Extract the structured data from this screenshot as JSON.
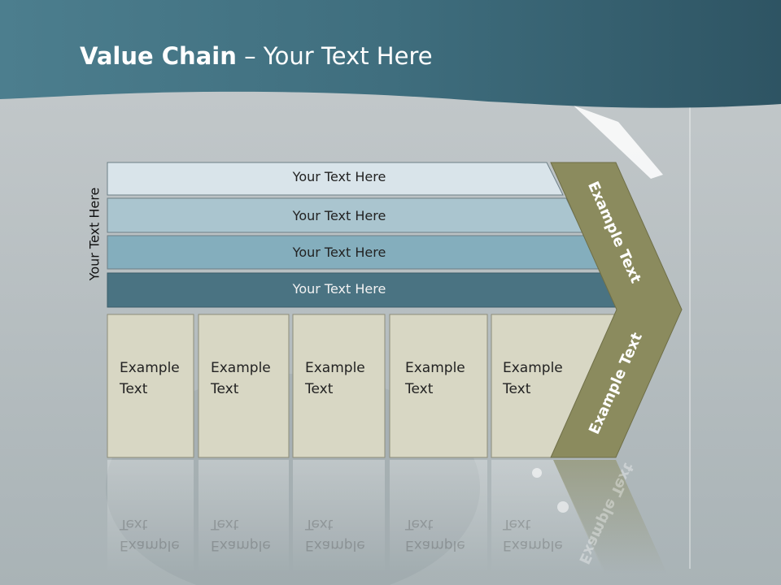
{
  "slide": {
    "title_bold": "Value Chain",
    "title_rest": " – Your Text Here",
    "side_label": "Your Text Here"
  },
  "rows": [
    {
      "label": "Your Text Here",
      "fill": "#d9e4ea"
    },
    {
      "label": "Your Text Here",
      "fill": "#aac5cf"
    },
    {
      "label": "Your Text Here",
      "fill": "#84aebd"
    },
    {
      "label": "Your Text Here",
      "fill": "#4a7382"
    }
  ],
  "boxes": [
    {
      "line1": "Example",
      "line2": "Text"
    },
    {
      "line1": "Example",
      "line2": "Text"
    },
    {
      "line1": "Example",
      "line2": "Text"
    },
    {
      "line1": "Example",
      "line2": "Text"
    },
    {
      "line1": "Example",
      "line2": "Text"
    }
  ],
  "chevron": {
    "upper_label": "Example Text",
    "lower_label": "Example Text",
    "fill": "#8b8b5e"
  },
  "colors": {
    "header": "#3e6c7c",
    "box_fill": "#d8d7c4",
    "background": "#c2c8ca"
  }
}
